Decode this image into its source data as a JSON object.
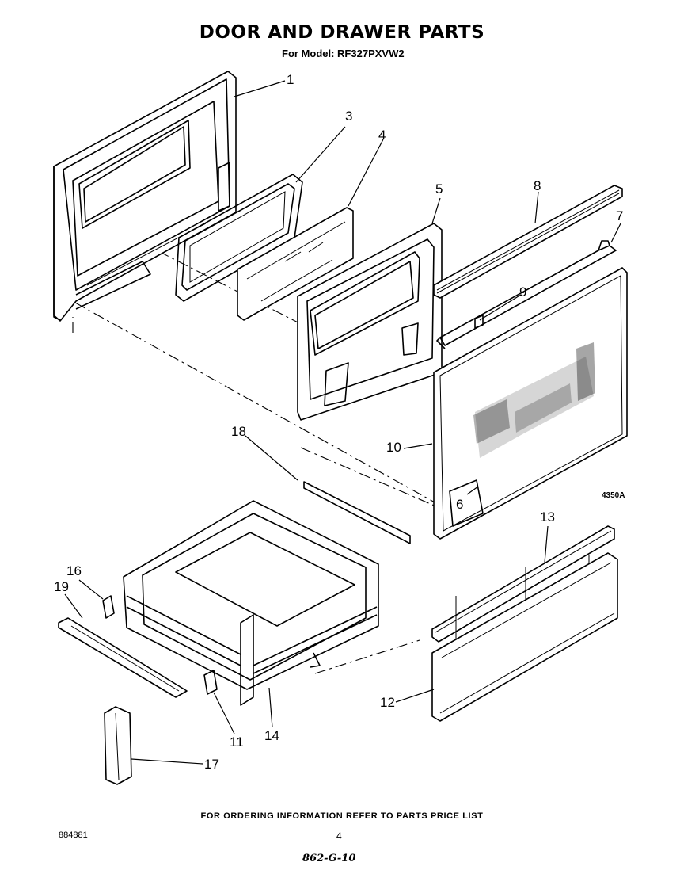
{
  "title": "DOOR AND DRAWER PARTS",
  "subtitle": "For Model: RF327PXVW2",
  "figure_code": "4350A",
  "callouts": [
    "1",
    "3",
    "4",
    "5",
    "8",
    "7",
    "9",
    "10",
    "6",
    "18",
    "13",
    "16",
    "19",
    "11",
    "14",
    "12",
    "17"
  ],
  "footer": "FOR ORDERING INFORMATION REFER TO PARTS PRICE LIST",
  "doc_number": "884881",
  "page_number": "4",
  "handwritten_note": "862-G-10"
}
